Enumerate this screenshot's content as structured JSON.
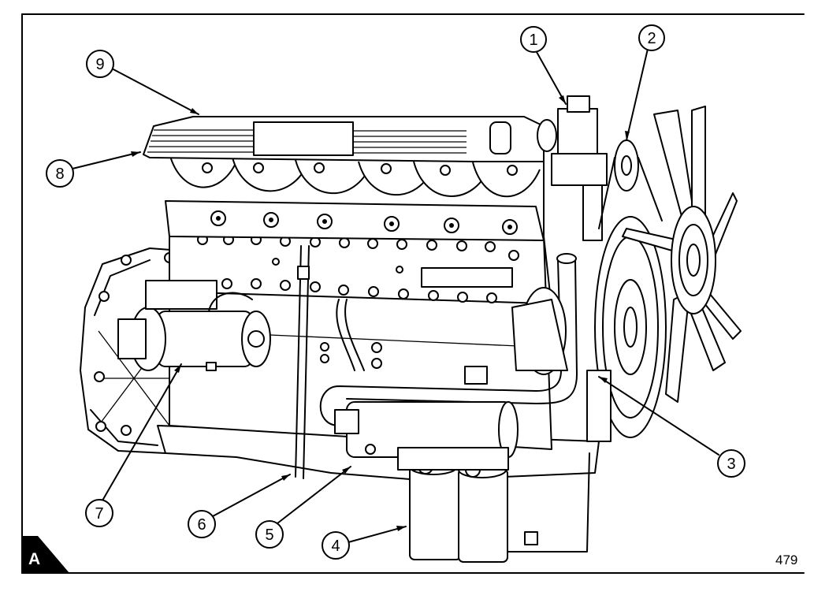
{
  "figure": {
    "view_letter": "A",
    "figure_number": "479"
  },
  "callouts": [
    {
      "id": "1",
      "label": "1"
    },
    {
      "id": "2",
      "label": "2"
    },
    {
      "id": "3",
      "label": "3"
    },
    {
      "id": "4",
      "label": "4"
    },
    {
      "id": "5",
      "label": "5"
    },
    {
      "id": "6",
      "label": "6"
    },
    {
      "id": "7",
      "label": "7"
    },
    {
      "id": "8",
      "label": "8"
    },
    {
      "id": "9",
      "label": "9"
    }
  ],
  "colors": {
    "line": "#000000",
    "background": "#ffffff"
  }
}
